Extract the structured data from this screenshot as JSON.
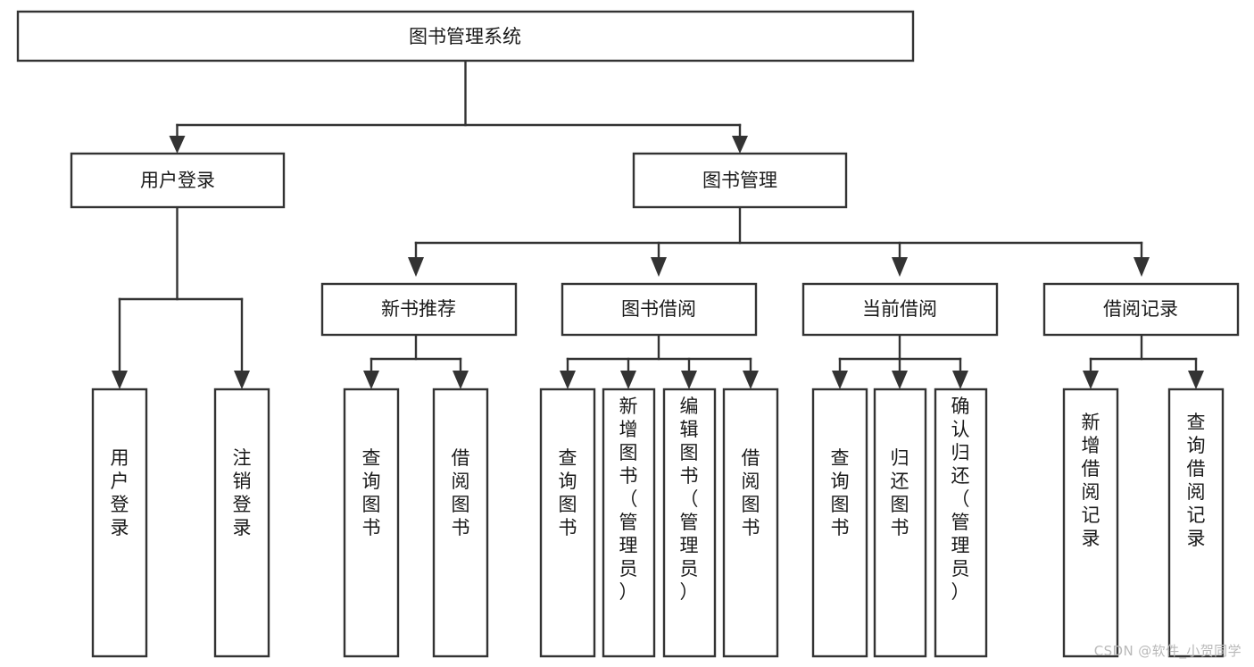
{
  "diagram": {
    "type": "tree-hierarchy-chart",
    "title": "图书管理系统",
    "watermark": "CSDN @软件_小贺同学",
    "colors": {
      "box_stroke": "#333333",
      "box_fill": "#ffffff",
      "text": "#1a1a1a",
      "background": "#ffffff",
      "watermark": "#b9b9b9"
    },
    "nodes": {
      "root": {
        "label": "图书管理系统"
      },
      "level2": [
        {
          "id": "user-login",
          "label": "用户登录"
        },
        {
          "id": "book-management",
          "label": "图书管理"
        }
      ],
      "level3": [
        {
          "id": "new-book-recommend",
          "label": "新书推荐"
        },
        {
          "id": "book-borrow",
          "label": "图书借阅"
        },
        {
          "id": "current-borrow",
          "label": "当前借阅"
        },
        {
          "id": "borrow-record",
          "label": "借阅记录"
        }
      ],
      "leaves": {
        "user_login": [
          {
            "id": "leaf-user-login",
            "label": "用户登录"
          },
          {
            "id": "leaf-logout-login",
            "label": "注销登录"
          }
        ],
        "new_book_recommend": [
          {
            "id": "leaf-query-book-1",
            "label": "查询图书"
          },
          {
            "id": "leaf-borrow-book-1",
            "label": "借阅图书"
          }
        ],
        "book_borrow": [
          {
            "id": "leaf-query-book-2",
            "label": "查询图书"
          },
          {
            "id": "leaf-add-book",
            "label": "新增图书（管理员）"
          },
          {
            "id": "leaf-edit-book",
            "label": "编辑图书（管理员）"
          },
          {
            "id": "leaf-borrow-book-2",
            "label": "借阅图书"
          }
        ],
        "current_borrow": [
          {
            "id": "leaf-query-book-3",
            "label": "查询图书"
          },
          {
            "id": "leaf-return-book",
            "label": "归还图书"
          },
          {
            "id": "leaf-confirm-return",
            "label": "确认归还（管理员）"
          }
        ],
        "borrow_record": [
          {
            "id": "leaf-add-record",
            "label": "新增借阅记录"
          },
          {
            "id": "leaf-query-record",
            "label": "查询借阅记录"
          }
        ]
      }
    }
  }
}
